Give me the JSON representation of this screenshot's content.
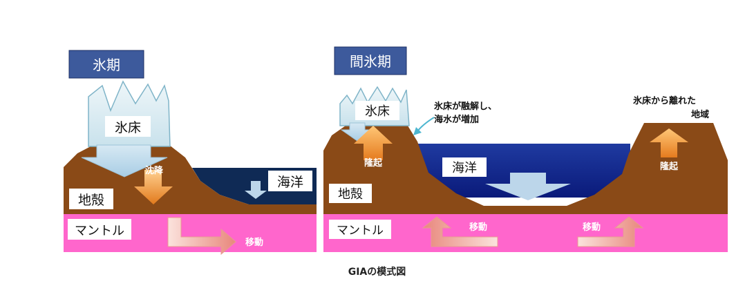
{
  "caption": "GIAの模式図",
  "left": {
    "title": "氷期",
    "ice": "氷床",
    "subsidence": "沈降",
    "ocean": "海洋",
    "crust": "地殻",
    "mantle": "マントル",
    "flow": "移動"
  },
  "right": {
    "title": "間氷期",
    "ice": "氷床",
    "melt_note_1": "氷床が融解し、",
    "melt_note_2": "海水が増加",
    "remote_note_1": "氷床から離れた",
    "remote_note_2": "地域",
    "uplift_left": "隆起",
    "uplift_right": "隆起",
    "ocean": "海洋",
    "crust": "地殻",
    "mantle": "マントル",
    "flow_left": "移動",
    "flow_right": "移動"
  },
  "colors": {
    "crust": "#8a4a17",
    "mantle": "#ff66cc",
    "ocean_dark": "#0f2a55",
    "ocean_blue": "#0b1f9a",
    "ice": "#dcecf2",
    "title_box": "#3d5a9c",
    "uplift_arrow": "#f59a3c",
    "flow_arrow": "#f4a9a0"
  }
}
